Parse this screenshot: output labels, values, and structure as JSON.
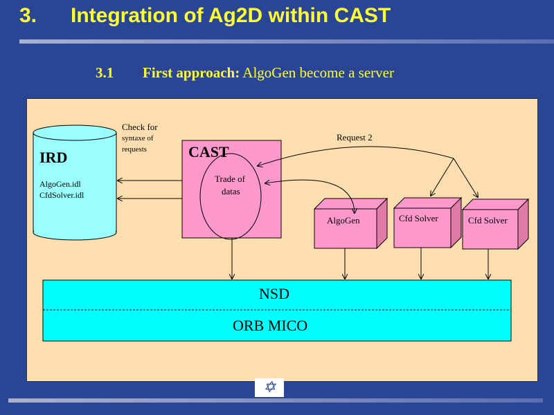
{
  "slide": {
    "section_number": "3.",
    "section_title": "Integration of Ag2D within CAST",
    "subsection_number": "3.1",
    "subsection_bold": "First approach:",
    "subsection_rest": " AlgoGen become a server"
  },
  "diagram": {
    "ird": {
      "label": "IRD",
      "file1": "AlgoGen.idl",
      "file2": "CfdSolver.idl"
    },
    "check_note": {
      "line1": "Check for",
      "line2": "syntaxe of",
      "line3": "requests"
    },
    "cast": {
      "label": "CAST",
      "trade_line1": "Trade of",
      "trade_line2": "datas"
    },
    "request_label": "Request 2",
    "servers": [
      {
        "label": "AlgoGen"
      },
      {
        "label": "Cfd Solver"
      },
      {
        "label": "Cfd Solver"
      }
    ],
    "nsd_label": "NSD",
    "orb_label": "ORB MICO"
  },
  "colors": {
    "background": "#2a4594",
    "title": "#ffff33",
    "panel": "#ffdfb0",
    "ird": "#99ffff",
    "cast": "#ff99cc",
    "bus": "#00ffff"
  }
}
